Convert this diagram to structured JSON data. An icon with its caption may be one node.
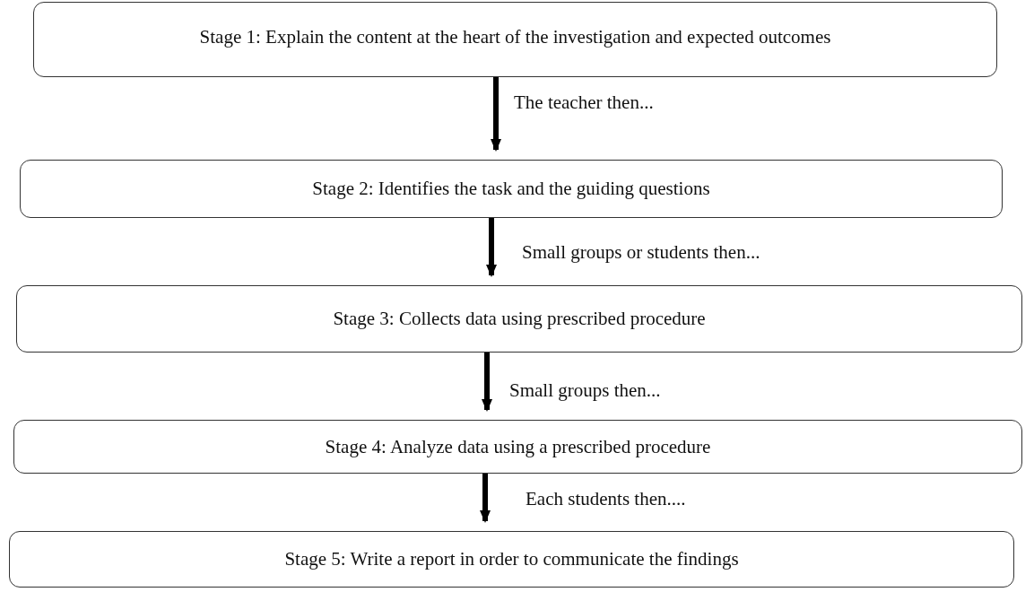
{
  "diagram": {
    "nodes": [
      {
        "text": [
          "Stage 1: Explain the content at the heart of the investigation and expected outcomes"
        ]
      },
      {
        "text": [
          "Stage 2: Identifies the task and the guiding questions"
        ]
      },
      {
        "text": [
          "Stage 3: Collects data using prescribed procedure"
        ]
      },
      {
        "text": [
          "Stage 4: Analyze data using a prescribed procedure"
        ]
      },
      {
        "text": [
          "Stage 5: Write a report in order to communicate the findings"
        ]
      }
    ],
    "edges": [
      {
        "from": 0,
        "to": 1,
        "arrow": "to",
        "label": "The teacher then..."
      },
      {
        "from": 1,
        "to": 2,
        "arrow": "to",
        "label": "Small groups or students then..."
      },
      {
        "from": 2,
        "to": 3,
        "arrow": "to",
        "label": "Small groups then..."
      },
      {
        "from": 3,
        "to": 4,
        "arrow": "to",
        "label": "Each students then...."
      }
    ]
  }
}
